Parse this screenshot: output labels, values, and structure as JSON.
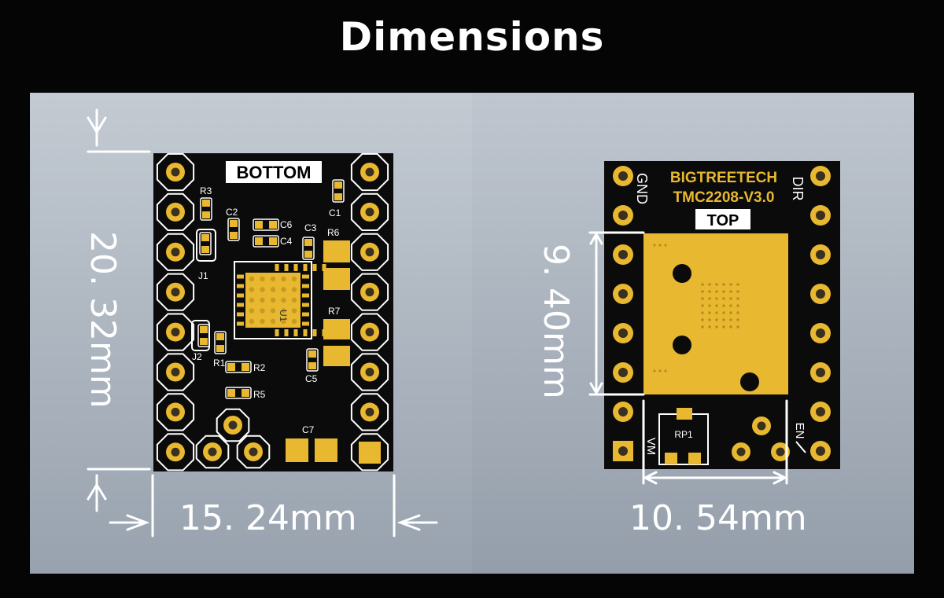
{
  "title": "Dimensions",
  "bottom_view": {
    "label": "BOTTOM",
    "height_dimension": "20. 32mm",
    "width_dimension": "15. 24mm",
    "components": [
      "R3",
      "C2",
      "C6",
      "C4",
      "C3",
      "R6",
      "C1",
      "J1",
      "U1",
      "R7",
      "J2",
      "R1",
      "R2",
      "C5",
      "R5",
      "C7"
    ]
  },
  "top_view": {
    "label": "TOP",
    "brand": "BIGTREETECH",
    "model": "TMC2208-V3.0",
    "pins": [
      "GND",
      "DIR",
      "EN",
      "VM"
    ],
    "components": [
      "RP1"
    ],
    "height_dimension": "9. 40mm",
    "width_dimension": "10. 54mm"
  },
  "colors": {
    "background": "#050505",
    "panel": "#aeb7c2",
    "pcb": "#0a0a0a",
    "gold": "#e8b830",
    "silk": "#ffffff"
  }
}
